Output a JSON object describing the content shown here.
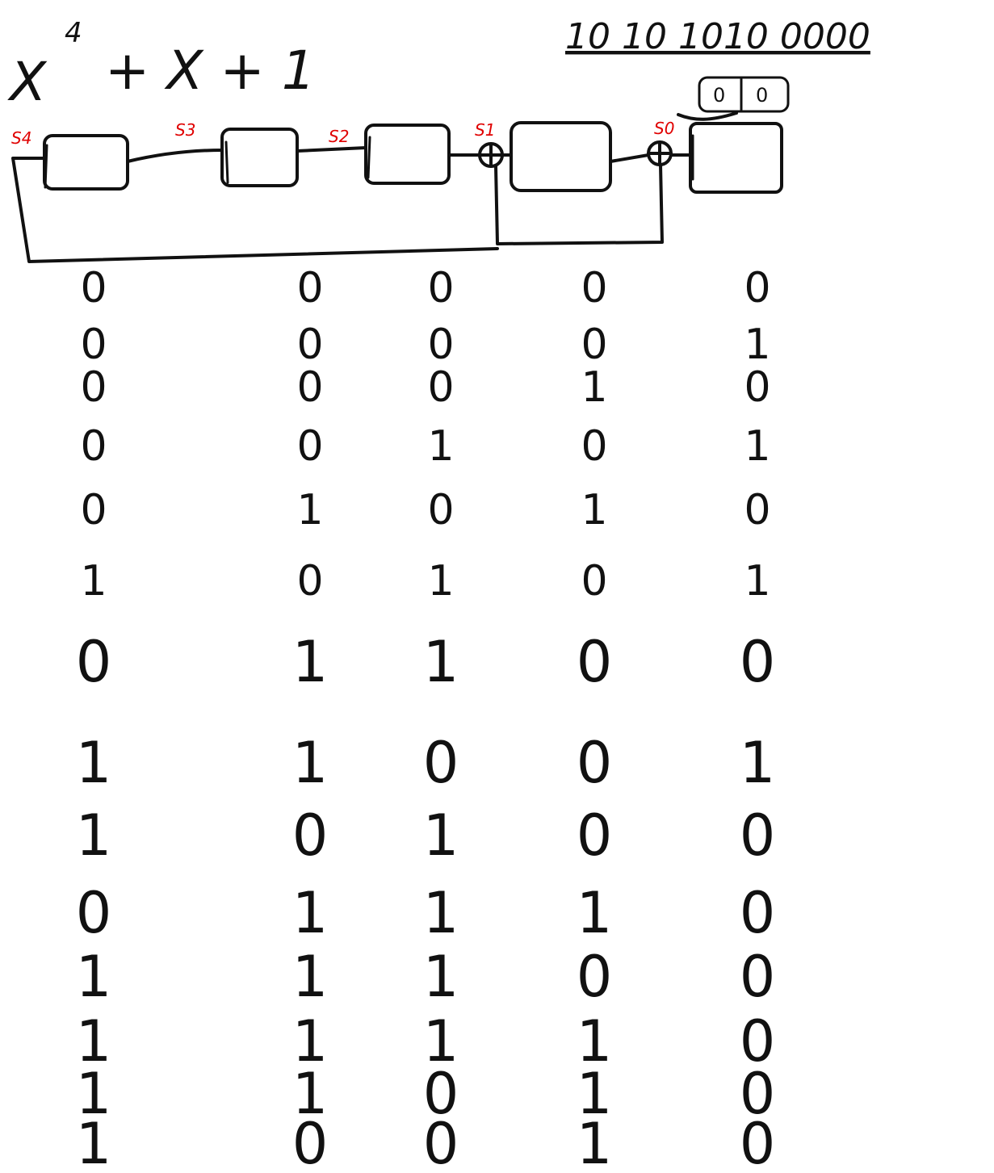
{
  "equation": {
    "main": "X",
    "sup": "4",
    "rest": "+ X + 1"
  },
  "sequence": "10 10 1010 0000 ",
  "output_box": [
    "0",
    "0"
  ],
  "register_labels": [
    "S4",
    "S3",
    "S2",
    "S1",
    "S0"
  ],
  "colors": {
    "ink": "#111111",
    "label": "#e00000",
    "background": "#ffffff"
  },
  "table": {
    "columns": [
      [
        "0",
        "0",
        "0",
        "0",
        "0",
        "1",
        "0",
        "1",
        "1",
        "0",
        "1",
        "1",
        "1",
        "1"
      ],
      [
        "0",
        "0",
        "0",
        "0",
        "1",
        "0",
        "1",
        "1",
        "0",
        "1",
        "1",
        "1",
        "1",
        "0"
      ],
      [
        "0",
        "0",
        "0",
        "1",
        "0",
        "1",
        "1",
        "0",
        "1",
        "1",
        "1",
        "1",
        "0",
        "0"
      ],
      [
        "0",
        "0",
        "1",
        "0",
        "1",
        "0",
        "0",
        "0",
        "0",
        "1",
        "0",
        "1",
        "1",
        "1"
      ],
      [
        "0",
        "1",
        "0",
        "1",
        "0",
        "1",
        "0",
        "1",
        "0",
        "0",
        "0",
        "0",
        "0",
        "0"
      ]
    ]
  }
}
